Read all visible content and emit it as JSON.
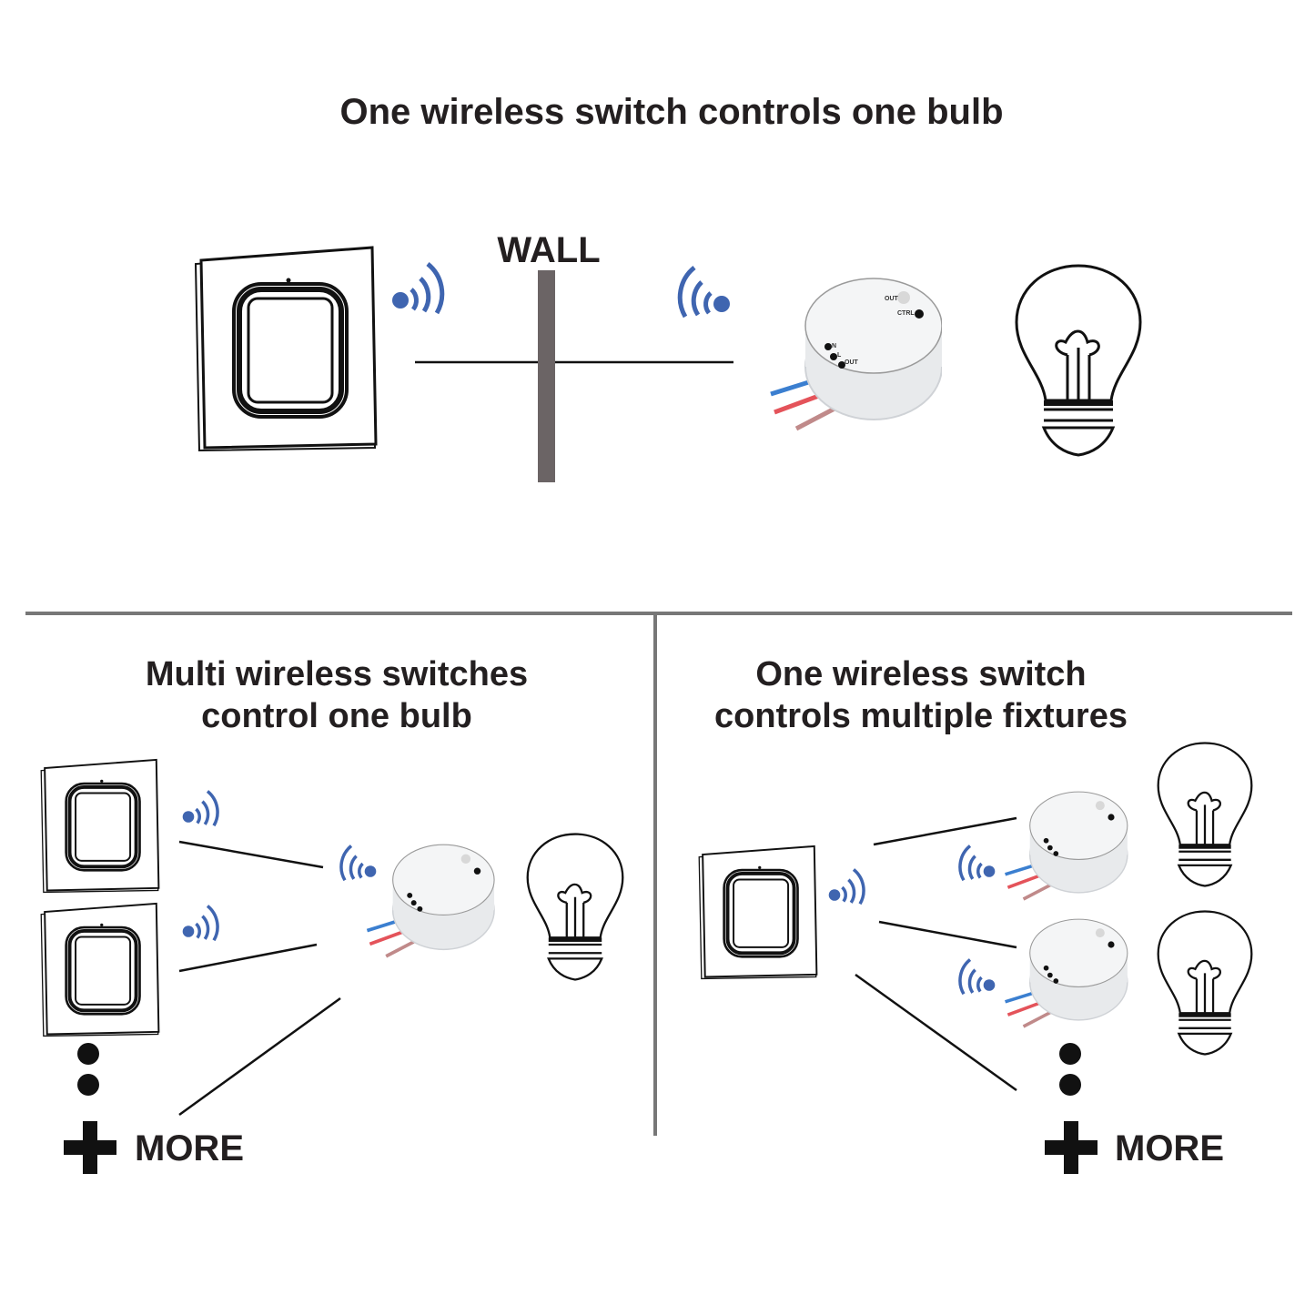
{
  "top": {
    "title": "One wireless switch controls one bulb",
    "wall_label": "WALL"
  },
  "bottom_left": {
    "title_line1": "Multi wireless switches",
    "title_line2": "control one bulb",
    "more_label": "MORE"
  },
  "bottom_right": {
    "title_line1": "One wireless switch",
    "title_line2": "controls multiple fixtures",
    "more_label": "MORE"
  },
  "receiver_labels": {
    "out_top": "OUT",
    "ctrl": "CTRL",
    "n": "N",
    "l": "L",
    "out": "OUT"
  },
  "icons": [
    "wall-switch-icon",
    "wireless-signal-icon",
    "receiver-module-icon",
    "light-bulb-icon",
    "plus-icon",
    "ellipsis-dots-icon"
  ],
  "colors": {
    "text": "#231f20",
    "signal": "#3f65b0",
    "wall": "#6b6465",
    "divider": "#777777",
    "wire_blue": "#3b7fd0",
    "wire_red": "#e4535a",
    "wire_brown": "#c08a8a"
  }
}
